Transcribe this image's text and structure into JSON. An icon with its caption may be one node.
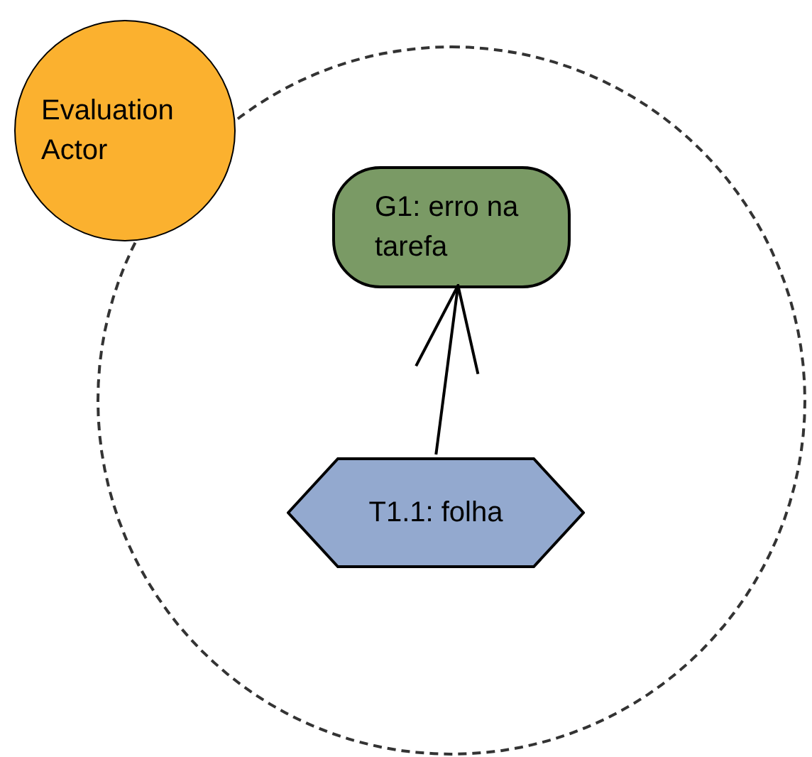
{
  "diagram": {
    "nodes": [
      {
        "text": [
          "Evaluation Actor"
        ]
      },
      {
        "text": [],
        "shape": "circle"
      },
      {
        "text": [
          "G1: erro na tarefa"
        ],
        "in": 1
      },
      {
        "text": [
          "T1.1: folha"
        ],
        "in": 1
      }
    ],
    "edges": [
      {
        "from": 3,
        "to": 2,
        "arrow": "to"
      }
    ]
  }
}
